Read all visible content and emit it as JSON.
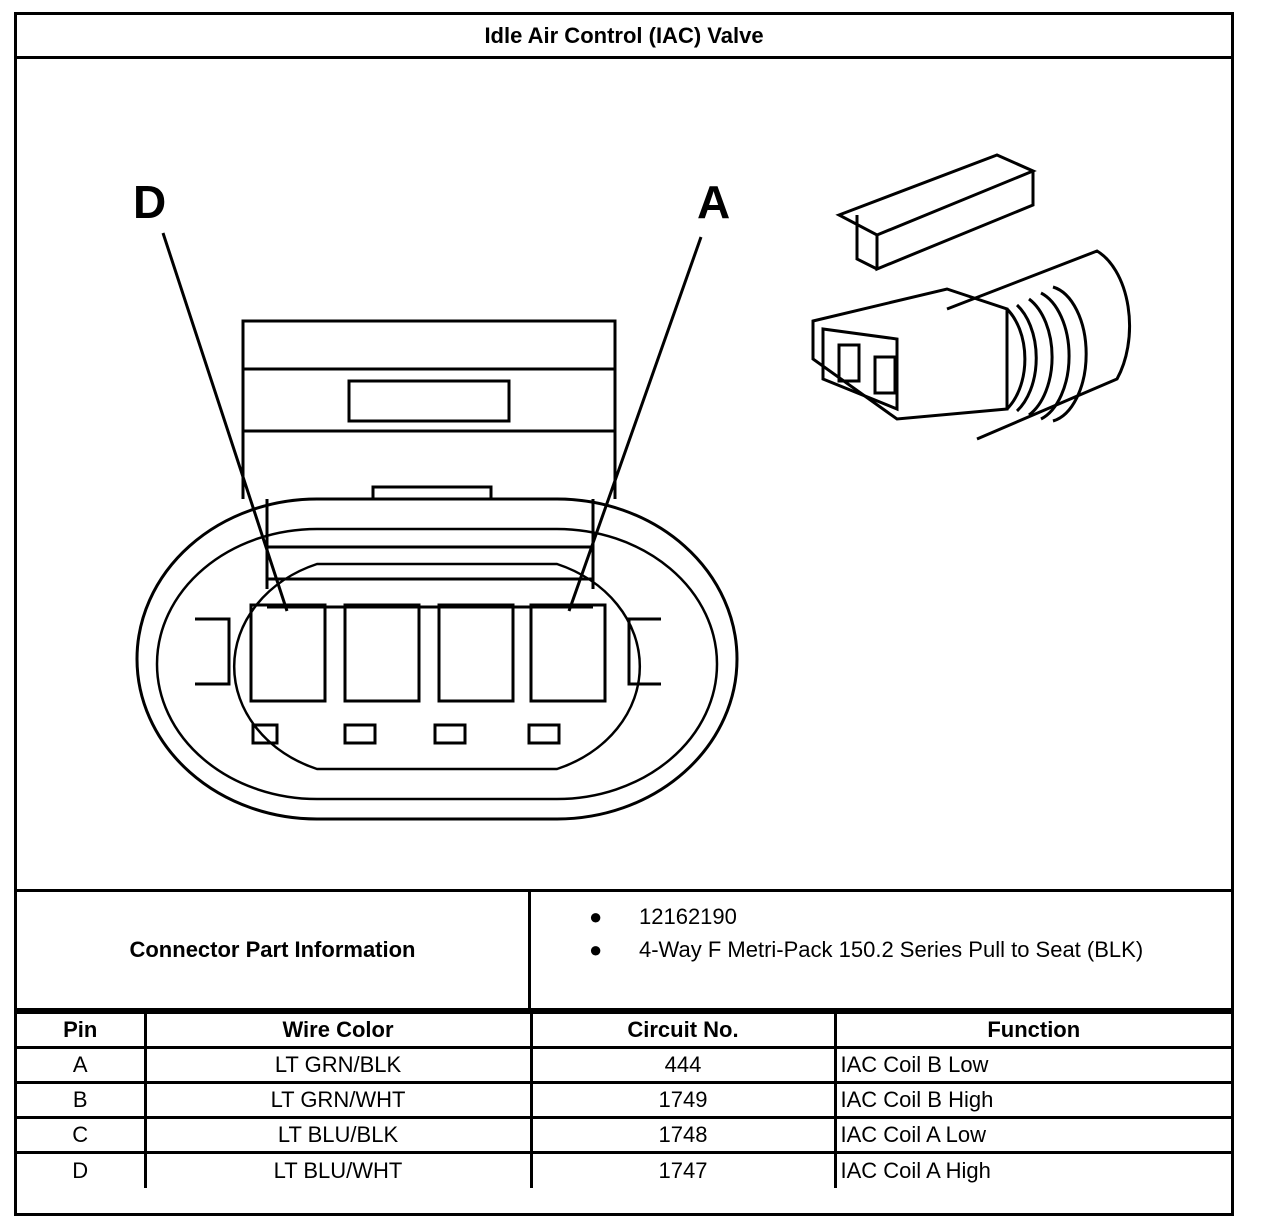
{
  "title": "Idle Air Control (IAC) Valve",
  "diagram": {
    "pin_labels": [
      "D",
      "A"
    ],
    "icon": "connector-housing-icon"
  },
  "connector_info": {
    "label": "Connector Part Information",
    "items": [
      "12162190",
      "4-Way F Metri-Pack 150.2 Series Pull to Seat (BLK)"
    ]
  },
  "pin_table": {
    "headers": [
      "Pin",
      "Wire Color",
      "Circuit No.",
      "Function"
    ],
    "rows": [
      {
        "pin": "A",
        "wire": "LT GRN/BLK",
        "circuit": "444",
        "function": "IAC Coil B Low"
      },
      {
        "pin": "B",
        "wire": "LT GRN/WHT",
        "circuit": "1749",
        "function": "IAC Coil B High"
      },
      {
        "pin": "C",
        "wire": "LT BLU/BLK",
        "circuit": "1748",
        "function": "IAC Coil A Low"
      },
      {
        "pin": "D",
        "wire": "LT BLU/WHT",
        "circuit": "1747",
        "function": "IAC Coil A High"
      }
    ]
  }
}
